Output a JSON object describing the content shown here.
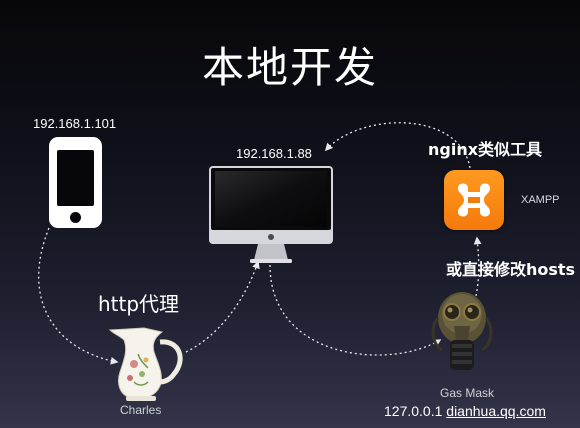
{
  "slide": {
    "title": "本地开发"
  },
  "devices": {
    "phone_ip": "192.168.1.101",
    "mac_ip": "192.168.1.88"
  },
  "labels": {
    "nginx_tools": "nginx类似工具",
    "xampp": "XAMPP",
    "direct_hosts": "或直接修改hosts",
    "http_proxy": "http代理",
    "charles": "Charles",
    "gas_mask": "Gas Mask",
    "hosts_ip": "127.0.0.1",
    "hosts_domain": "dianhua.qq.com"
  },
  "icons": {
    "phone": "smartphone-icon",
    "computer": "imac-icon",
    "xampp": "xampp-logo-icon",
    "gas_mask": "gas-mask-icon",
    "charles": "pitcher-icon"
  },
  "colors": {
    "background_top": "#07070b",
    "background_bottom": "#34344a",
    "xampp_orange": "#f47a0c",
    "arrow_color": "#e8e8ee"
  }
}
